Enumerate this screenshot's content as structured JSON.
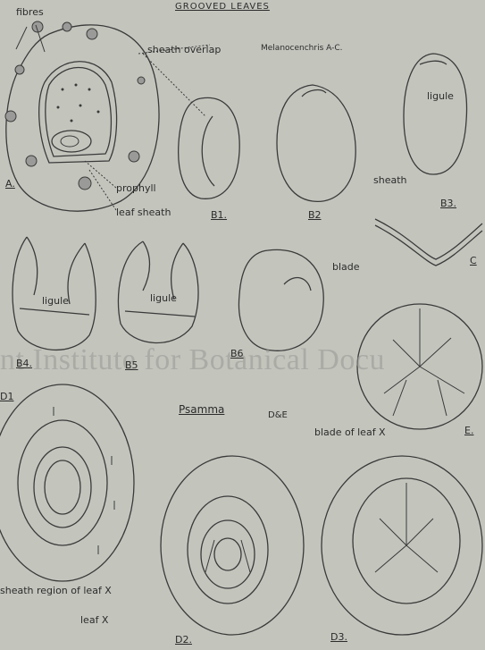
{
  "title": "GROOVED LEAVES",
  "subtitle": "Melanocenchris A-C.",
  "psamma_label": "Psamma",
  "de_label": "D&E",
  "watermark": "nt Institute for Botanical Docu",
  "labels": {
    "fibres": "fibres",
    "sheath_overlap": "sheath overlap",
    "prophyll": "prophyll",
    "leaf_sheath": "leaf sheath",
    "sheath": "sheath",
    "ligule_b3": "ligule",
    "ligule_b4": "ligule",
    "ligule_b5": "ligule",
    "blade": "blade",
    "blade_of_leaf_x": "blade of leaf X",
    "sheath_region": "sheath region of leaf X",
    "leaf_x": "leaf X"
  },
  "figures": {
    "A": "A.",
    "B1": "B1.",
    "B2": "B2",
    "B3": "B3.",
    "B4": "B4.",
    "B5": "B5",
    "B6": "B6",
    "C": "C",
    "D1": "D1",
    "D2": "D2.",
    "D3": "D3.",
    "E": "E."
  }
}
